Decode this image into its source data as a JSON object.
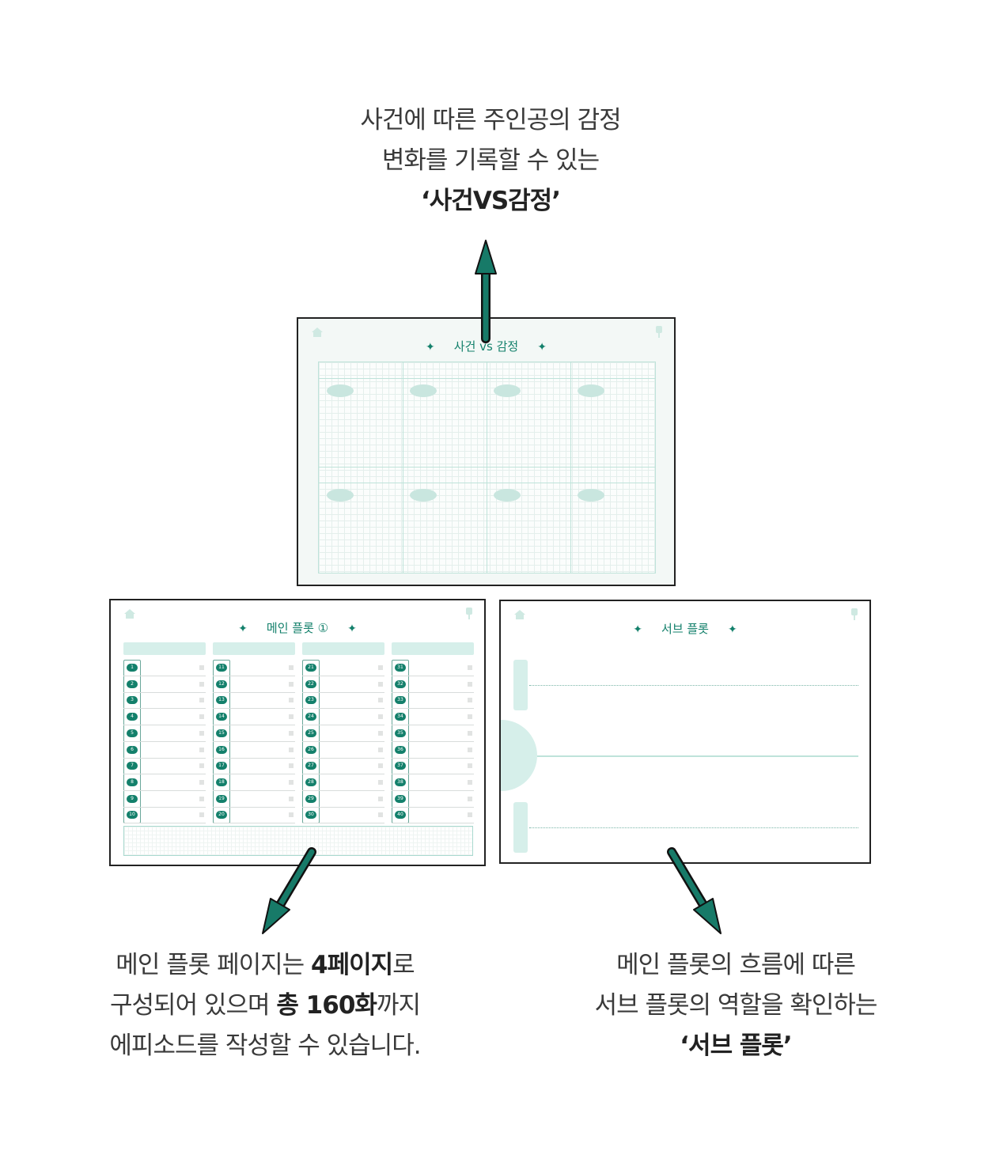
{
  "captions": {
    "top": {
      "line1": "사건에 따른 주인공의 감정",
      "line2": "변화를 기록할 수 있는",
      "line3": "‘사건VS감정’"
    },
    "left": {
      "line1_pre": "메인 플롯 페이지는 ",
      "line1_bold": "4페이지",
      "line1_post": "로",
      "line2_pre": "구성되어 있으며 ",
      "line2_bold": "총 160화",
      "line2_post": "까지",
      "line3": "에피소드를 작성할 수 있습니다."
    },
    "right": {
      "line1": "메인 플롯의 흐름에 따른",
      "line2": "서브 플롯의 역할을 확인하는",
      "line3": "‘서브 플롯’"
    }
  },
  "panels": {
    "event_vs_emotion": {
      "title": "사건 vs 감정"
    },
    "main_plot": {
      "title": "메인 플롯 ①",
      "columns": [
        [
          "1",
          "2",
          "3",
          "4",
          "5",
          "6",
          "7",
          "8",
          "9",
          "10"
        ],
        [
          "11",
          "12",
          "13",
          "14",
          "15",
          "16",
          "17",
          "18",
          "19",
          "20"
        ],
        [
          "21",
          "22",
          "23",
          "24",
          "25",
          "26",
          "27",
          "28",
          "29",
          "30"
        ],
        [
          "31",
          "32",
          "33",
          "34",
          "35",
          "36",
          "37",
          "38",
          "39",
          "40"
        ]
      ]
    },
    "sub_plot": {
      "title": "서브 플롯"
    }
  },
  "icons": {
    "star": "✦",
    "home": "home-icon",
    "pin": "pin-icon"
  },
  "colors": {
    "accent": "#13806b",
    "mint": "#d6efea",
    "arrow": "#177a68"
  }
}
